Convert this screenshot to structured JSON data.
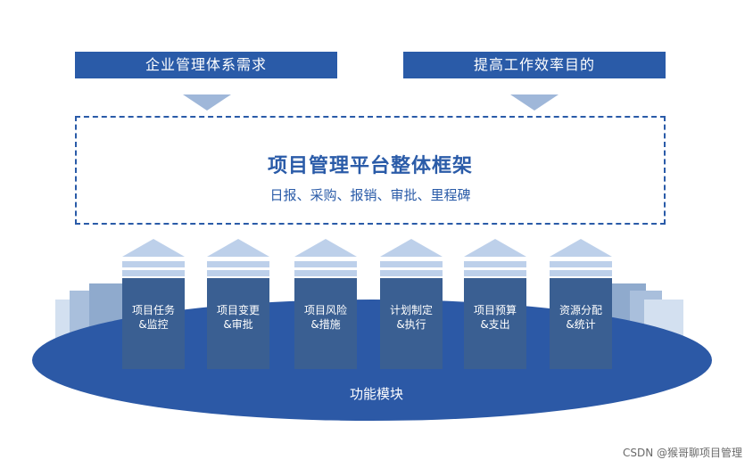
{
  "banners": {
    "left": "企业管理体系需求",
    "right": "提高工作效率目的"
  },
  "framework": {
    "title": "项目管理平台整体框架",
    "subtitle": "日报、采购、报销、审批、里程碑"
  },
  "modules": [
    {
      "label": "项目任务\n&监控"
    },
    {
      "label": "项目变更\n&审批"
    },
    {
      "label": "项目风险\n&措施"
    },
    {
      "label": "计划制定\n&执行"
    },
    {
      "label": "项目预算\n&支出"
    },
    {
      "label": "资源分配\n&统计"
    }
  ],
  "platform": {
    "label": "功能模块"
  },
  "watermark": "CSDN @猴哥聊项目管理",
  "colors": {
    "primary": "#2a5ba8",
    "column": "#3a5f92",
    "arrow": "#9fb7d9",
    "roof": "#bdd0ea"
  }
}
